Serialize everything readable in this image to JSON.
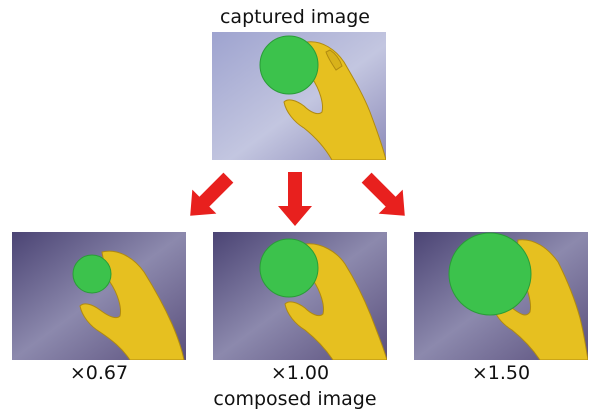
{
  "top": {
    "caption": "captured image"
  },
  "bottom": {
    "caption": "composed image",
    "scales": [
      {
        "label": "×0.67",
        "factor": 0.67
      },
      {
        "label": "×1.00",
        "factor": 1.0
      },
      {
        "label": "×1.50",
        "factor": 1.5
      }
    ]
  },
  "colors": {
    "arrow": "#e8201e",
    "ball": "#3cc24c",
    "hand": "#e8c424",
    "bg_light": "#b9bfdc",
    "bg_dark": "#5a4f7c"
  }
}
